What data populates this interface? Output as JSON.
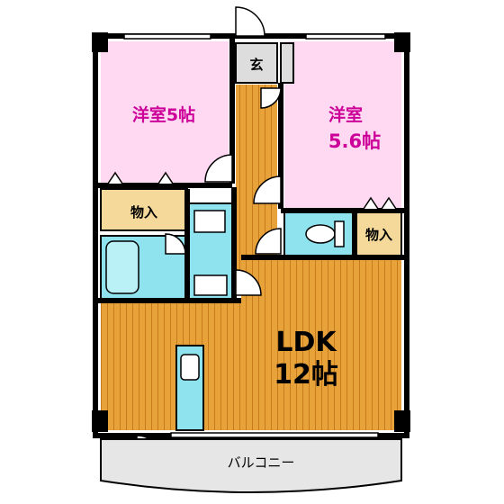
{
  "rooms": {
    "western_room_left": {
      "label": "洋室5帖"
    },
    "western_room_right": {
      "line1": "洋室",
      "line2": "5.6帖"
    },
    "entrance": {
      "label": "玄"
    },
    "closet_left": {
      "label": "物入"
    },
    "closet_right": {
      "label": "物入"
    },
    "ldk": {
      "line1": "LDK",
      "line2": "12帖"
    },
    "balcony": {
      "label": "バルコニー"
    }
  },
  "colors": {
    "western_room_fill": "#ffd9f2",
    "room_label": "#cc0099",
    "floor_wood": "#e8a23a",
    "floor_lines": "#c77a1e",
    "wet_area": "#8fe3ef",
    "storage_fill": "#f5d99a",
    "entrance_fill": "#dddddd",
    "balcony_fill": "#e6e6e6",
    "wall": "#000000"
  }
}
